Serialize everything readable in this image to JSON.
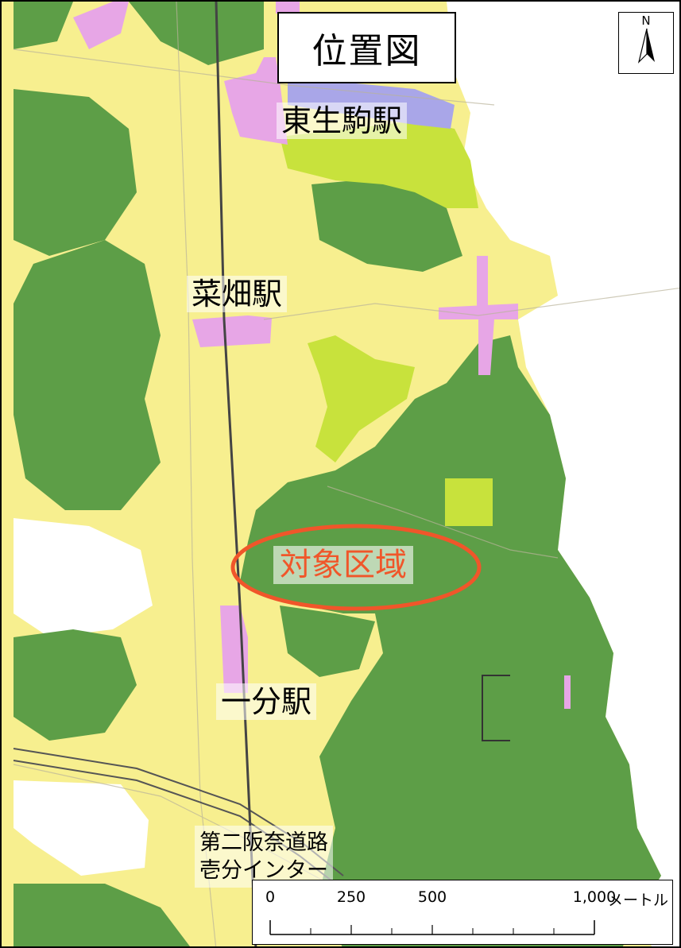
{
  "map": {
    "title": "位置図",
    "north_letter": "N",
    "stations": [
      {
        "name": "東生駒駅"
      },
      {
        "name": "菜畑駅"
      },
      {
        "name": "一分駅"
      }
    ],
    "target_area_label": "対象区域",
    "interchange_lines": [
      "第二阪奈道路",
      "壱分インター"
    ],
    "scale_bar": {
      "ticks": [
        "0",
        "250",
        "500",
        "1,000"
      ],
      "unit": "メートル"
    },
    "colors": {
      "residential_yellow": "#f7ef8f",
      "green_zone": "#5d9e47",
      "light_green_zone": "#c8e23c",
      "commercial_pink": "#e7a6e6",
      "rail_blue": "#a9a6e8",
      "target_outline": "#f0562a",
      "background_white": "#ffffff"
    }
  }
}
